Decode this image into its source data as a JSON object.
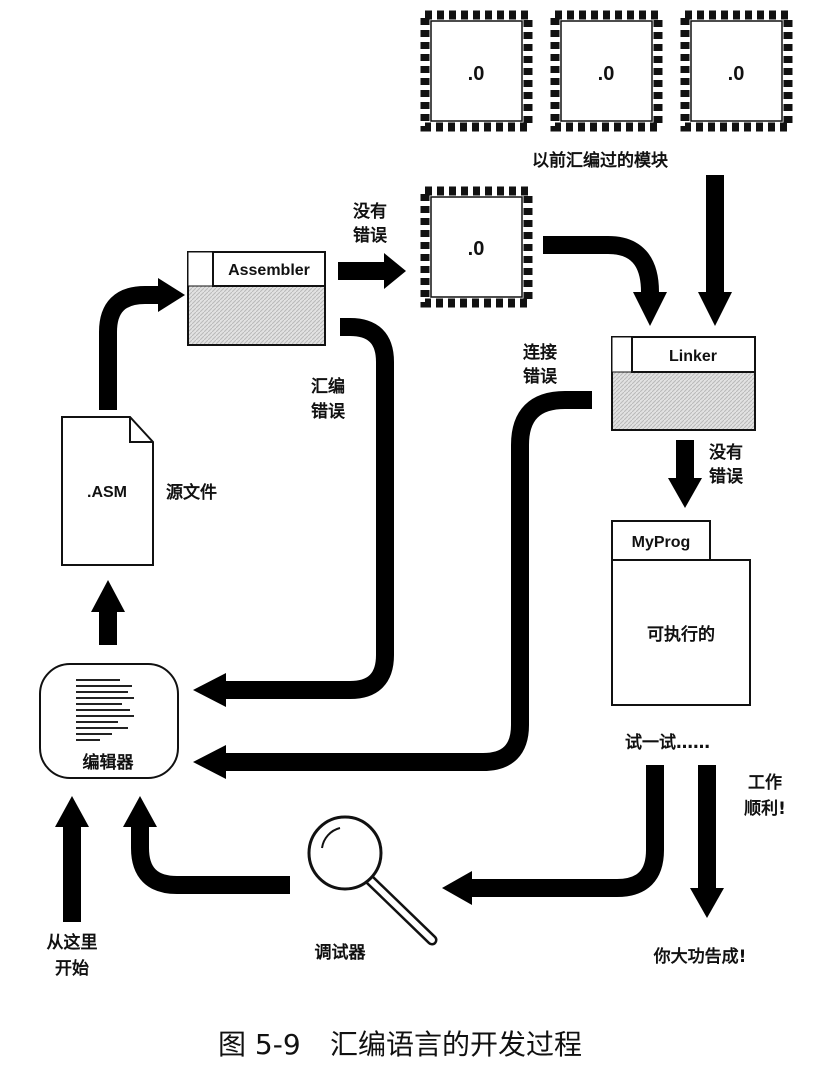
{
  "modules": {
    "items": [
      ".0",
      ".0",
      ".0"
    ],
    "label": "以前汇编过的模块"
  },
  "new_module": ".0",
  "assembler": {
    "label": "Assembler"
  },
  "linker": {
    "label": "Linker"
  },
  "executable": {
    "tab": "MyProg",
    "description": "可执行的"
  },
  "source_file": {
    "name": ".ASM",
    "label": "源文件"
  },
  "editor": {
    "label": "编辑器"
  },
  "debugger": {
    "label": "调试器"
  },
  "edges": {
    "assemble_ok": [
      "没有",
      "错误"
    ],
    "assemble_error": [
      "汇编",
      "错误"
    ],
    "link_error": [
      "连接",
      "错误"
    ],
    "link_ok": [
      "没有",
      "错误"
    ],
    "try_it": "试一试……",
    "works": [
      "工作",
      "顺利!"
    ]
  },
  "start": [
    "从这里",
    "开始"
  ],
  "done": "你大功告成!",
  "caption": {
    "number": "图 5-9",
    "title": "汇编语言的开发过程"
  }
}
